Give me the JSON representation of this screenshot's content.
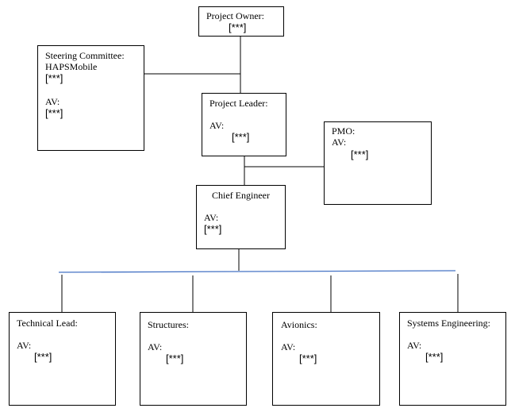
{
  "project_owner": {
    "title": "Project Owner:",
    "value": "[***]"
  },
  "steering_committee": {
    "title": "Steering Committee:",
    "org": "HAPSMobile",
    "value1": "[***]",
    "av_label": "AV:",
    "value2": "[***]"
  },
  "project_leader": {
    "title": "Project Leader:",
    "av_label": "AV:",
    "value": "[***]"
  },
  "pmo": {
    "title": "PMO:",
    "av_label": "AV:",
    "value": "[***]"
  },
  "chief_engineer": {
    "title": "Chief Engineer",
    "av_label": "AV:",
    "value": "[***]"
  },
  "technical_lead": {
    "title": "Technical Lead:",
    "av_label": "AV:",
    "value": "[***]"
  },
  "structures": {
    "title": "Structures:",
    "av_label": "AV:",
    "value": "[***]"
  },
  "avionics": {
    "title": "Avionics:",
    "av_label": "AV:",
    "value": "[***]"
  },
  "systems_engineering": {
    "title": "Systems Engineering:",
    "av_label": "AV:",
    "value": "[***]"
  },
  "colors": {
    "lines": "#000000",
    "bus_line": "#4472c4"
  }
}
